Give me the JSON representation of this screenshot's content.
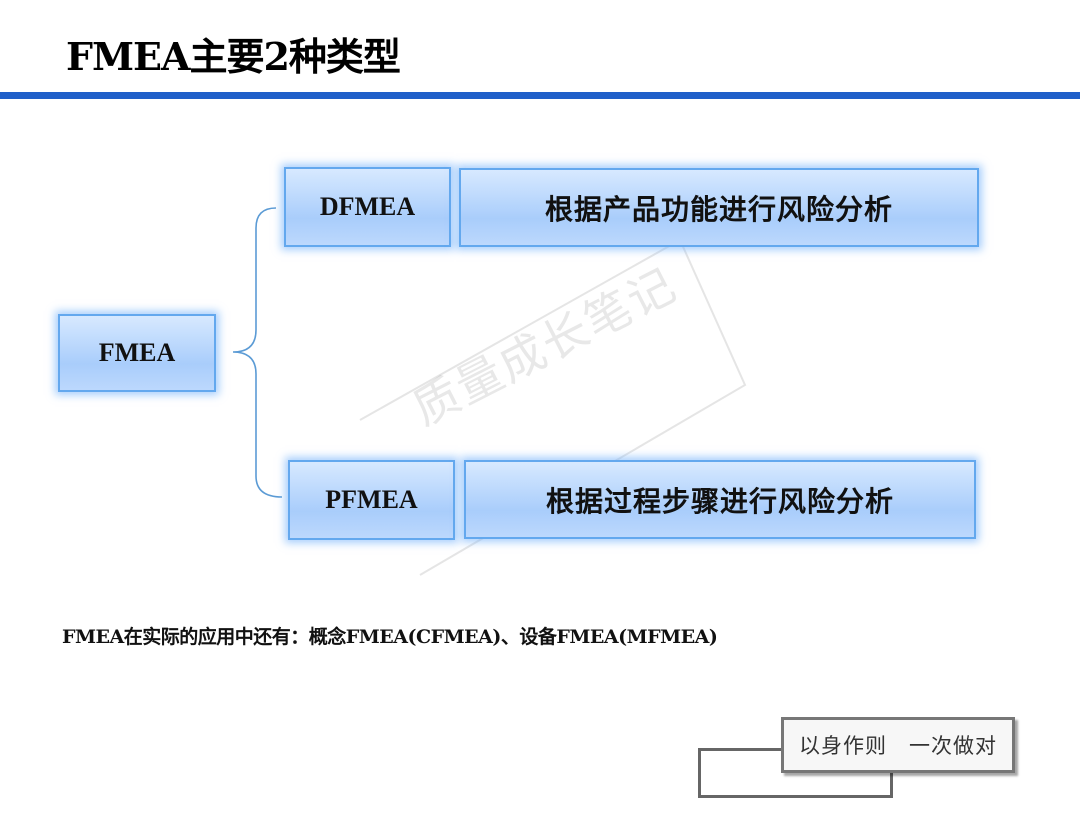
{
  "slide": {
    "title": "FMEA主要2种类型"
  },
  "diagram": {
    "root": "FMEA",
    "branches": [
      {
        "label": "DFMEA",
        "description": "根据产品功能进行风险分析"
      },
      {
        "label": "PFMEA",
        "description": "根据过程步骤进行风险分析"
      }
    ]
  },
  "note": "FMEA在实际的应用中还有：概念FMEA(CFMEA)、设备FMEA(MFMEA)",
  "watermark": "质量成长笔记",
  "motto": "以身作则　一次做对",
  "colors": {
    "accent_bar": "#1f5fc9",
    "box_border": "#63a8ee",
    "box_fill": "#a9cdfb",
    "connector": "#5b9bd5"
  }
}
